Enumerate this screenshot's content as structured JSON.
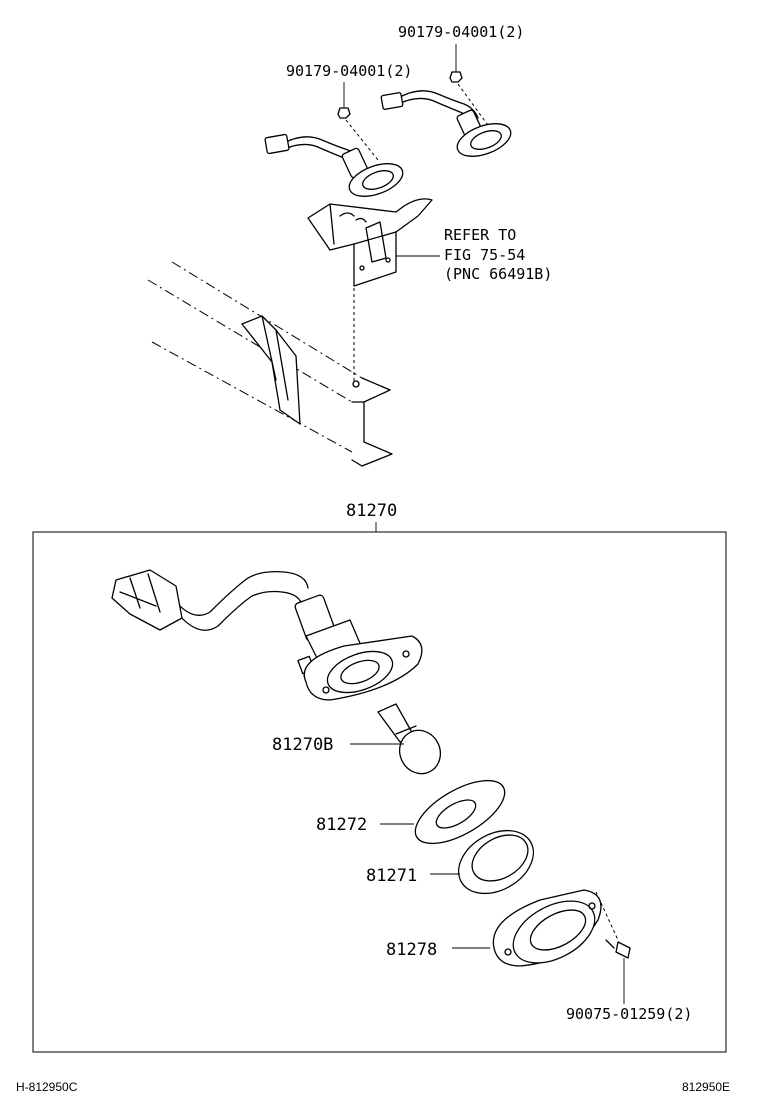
{
  "labels": {
    "bolt_upper_right": "90179-04001(2)",
    "bolt_upper_left": "90179-04001(2)",
    "refer_line1": "REFER TO",
    "refer_line2": "FIG 75-54",
    "refer_line3": "(PNC 66491B)",
    "assembly": "81270",
    "bulb": "81270B",
    "gasket": "81272",
    "lens": "81271",
    "cover": "81278",
    "screw": "90075-01259(2)"
  },
  "footer": {
    "left_code": "H-812950C",
    "right_code": "812950E"
  }
}
